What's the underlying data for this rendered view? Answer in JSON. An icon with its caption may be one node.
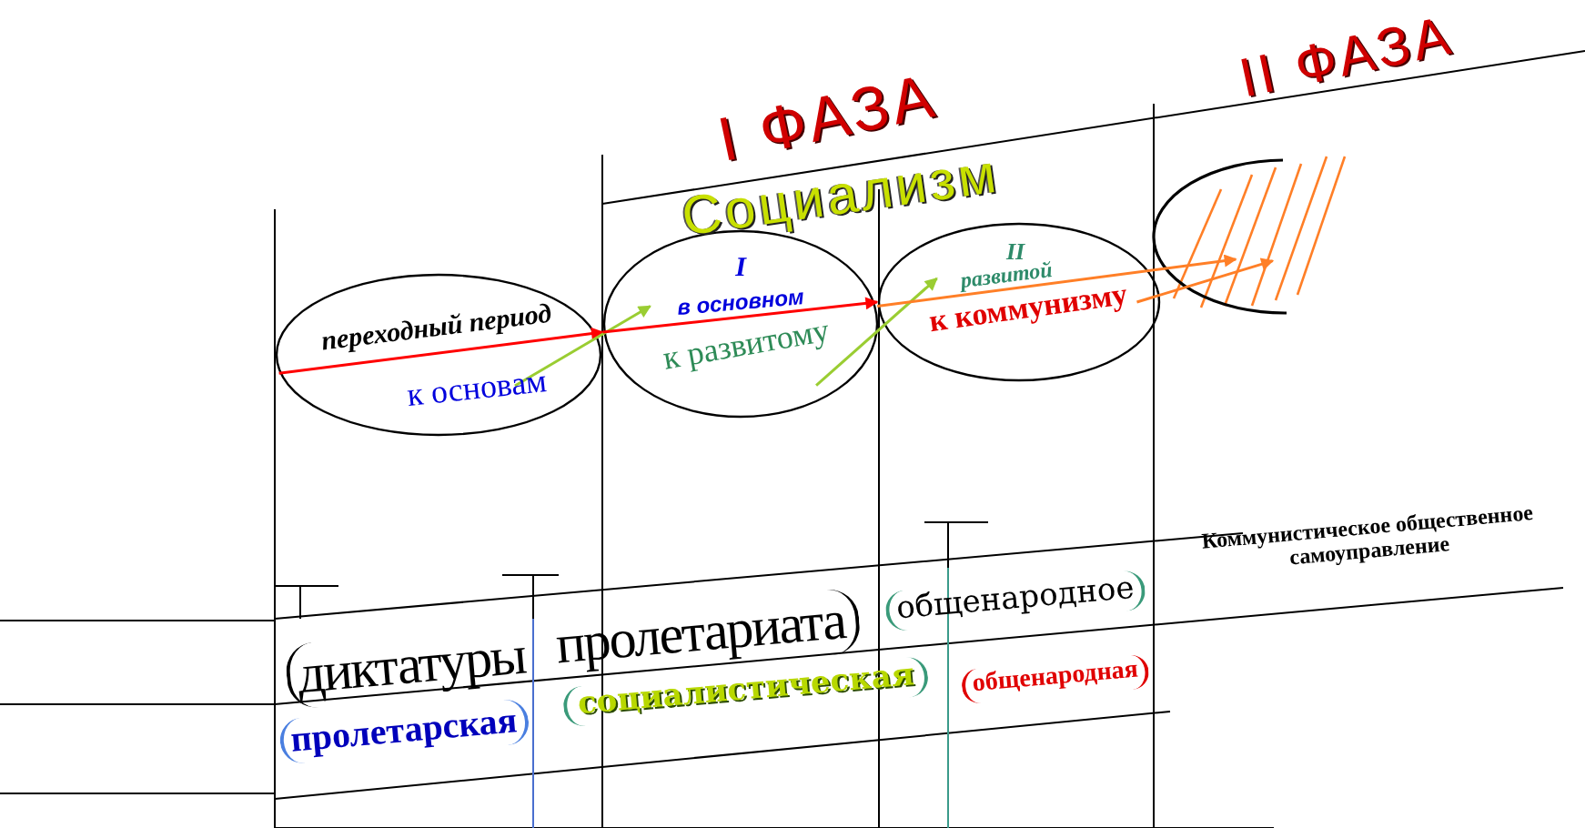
{
  "diagram": {
    "nodes": [
      {
        "text": [
          "переходный период",
          "к основам"
        ]
      },
      {
        "text": [
          "I",
          "в основном",
          "к развитому"
        ]
      },
      {
        "text": [
          "II",
          "развитой",
          "к коммунизму"
        ]
      },
      {
        "text": [],
        "shape": "circle"
      }
    ],
    "edges": [
      {
        "from": 0,
        "to": 1,
        "arrow": "to",
        "color": "#ff0000"
      },
      {
        "from": 0,
        "to": 1,
        "arrow": "to",
        "color": "#9acd32"
      },
      {
        "from": 1,
        "to": 2,
        "arrow": "to",
        "color": "#ff0000"
      },
      {
        "from": 1,
        "to": 2,
        "arrow": "to",
        "color": "#9acd32"
      },
      {
        "from": 2,
        "to": 3,
        "arrow": "to",
        "color": "#ff7f27"
      },
      {
        "from": 2,
        "to": 3,
        "arrow": "to",
        "color": "#ff7f27"
      }
    ],
    "labels": [
      "I ФАЗА",
      "II ФАЗА",
      "Социализм",
      "Коммунистическое общественное самоуправление",
      "общенародное",
      "диктатуры",
      "пролетариата",
      "социалистическая",
      "общенародная",
      "пролетарская"
    ]
  }
}
